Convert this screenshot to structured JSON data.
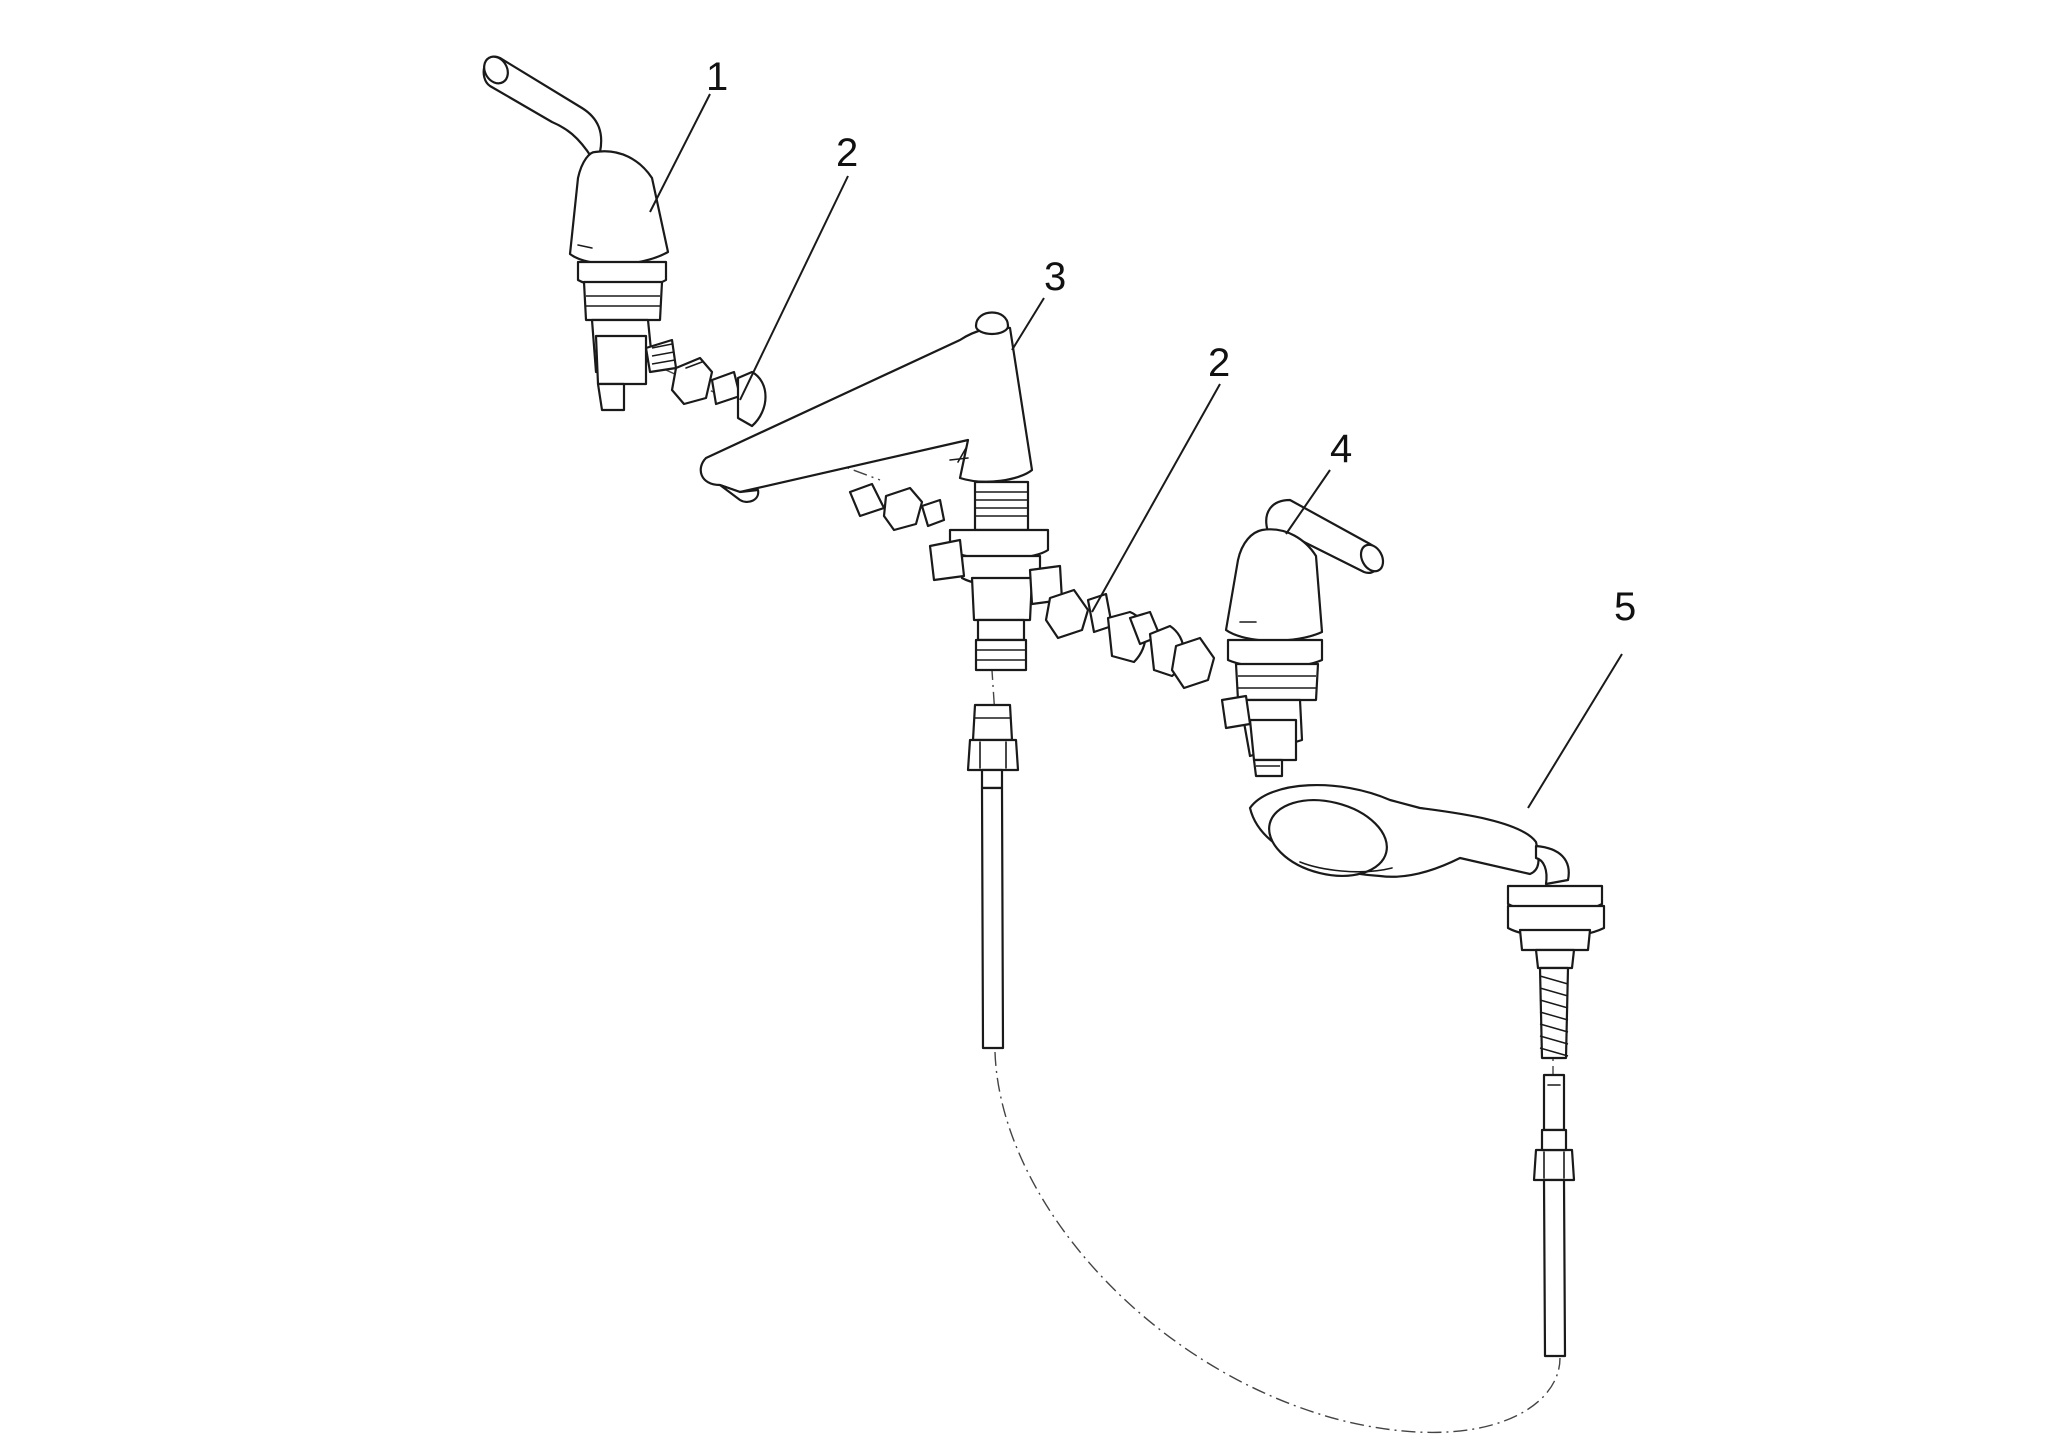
{
  "callouts": [
    {
      "id": "1",
      "label": "1"
    },
    {
      "id": "2a",
      "label": "2"
    },
    {
      "id": "3",
      "label": "3"
    },
    {
      "id": "2b",
      "label": "2"
    },
    {
      "id": "4",
      "label": "4"
    },
    {
      "id": "5",
      "label": "5"
    }
  ],
  "colors": {
    "line": "#1a1a1a",
    "background": "#ffffff"
  }
}
